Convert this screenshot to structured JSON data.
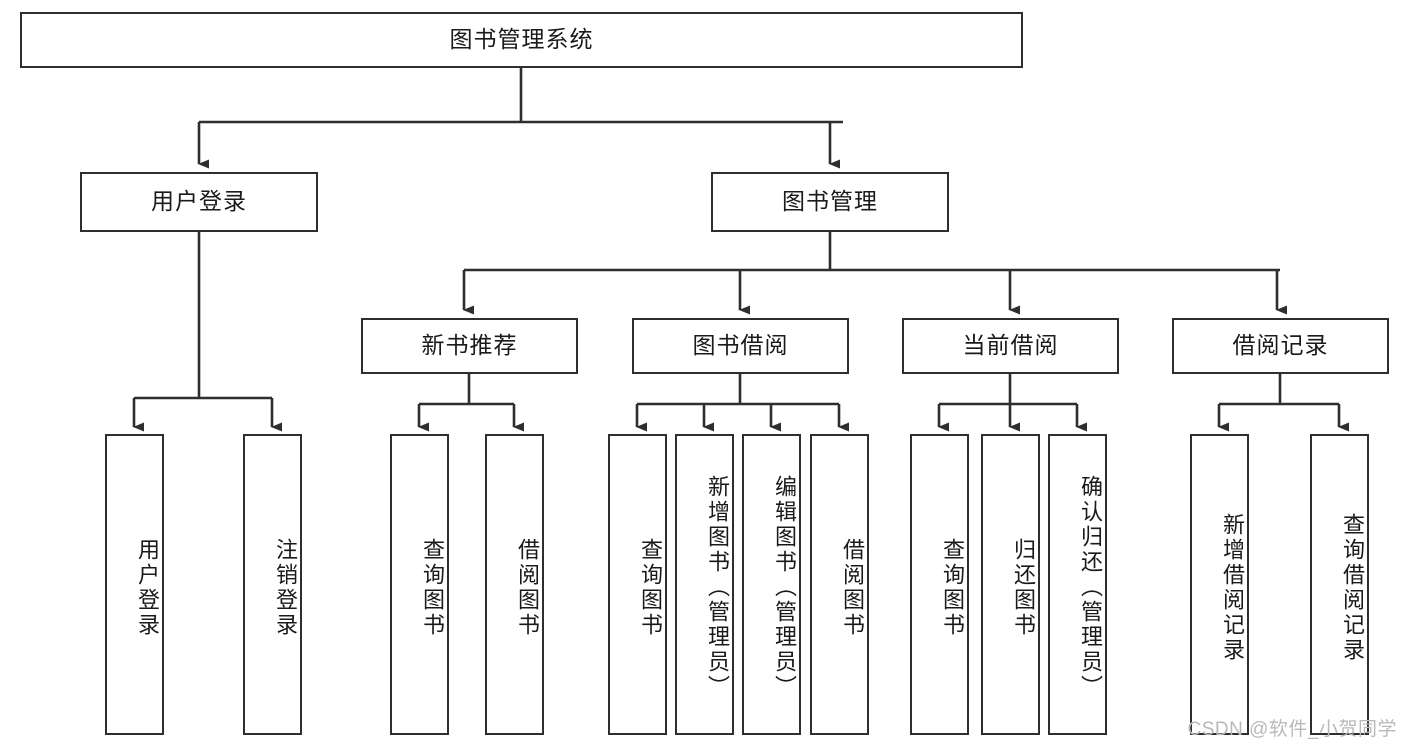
{
  "diagram": {
    "title": "图书管理系统",
    "type": "tree-hierarchy-chart",
    "watermark": "CSDN @软件_小贺同学",
    "colors": {
      "box_border": "#2e2e2e",
      "box_fill": "#ffffff",
      "edge": "#2e2e2e",
      "text": "#1a1a1a",
      "watermark": "#b9b9b9",
      "background": "#ffffff"
    }
  },
  "nodes": {
    "root": {
      "label": "图书管理系统"
    },
    "level2": [
      {
        "id": "user-login",
        "label": "用户登录"
      },
      {
        "id": "book-manage",
        "label": "图书管理"
      }
    ],
    "level3": [
      {
        "id": "new-book-recommend",
        "label": "新书推荐"
      },
      {
        "id": "book-borrow",
        "label": "图书借阅"
      },
      {
        "id": "current-borrow",
        "label": "当前借阅"
      },
      {
        "id": "borrow-record",
        "label": "借阅记录"
      }
    ],
    "leaves": {
      "user-login": [
        {
          "id": "leaf-user-login",
          "label": "用户登录"
        },
        {
          "id": "leaf-logout-login",
          "label": "注销登录"
        }
      ],
      "new-book-recommend": [
        {
          "id": "leaf-query-book-1",
          "label": "查询图书"
        },
        {
          "id": "leaf-borrow-book-1",
          "label": "借阅图书"
        }
      ],
      "book-borrow": [
        {
          "id": "leaf-query-book-2",
          "label": "查询图书"
        },
        {
          "id": "leaf-add-book",
          "label": "新增图书（管理员）"
        },
        {
          "id": "leaf-edit-book",
          "label": "编辑图书（管理员）"
        },
        {
          "id": "leaf-borrow-book-2",
          "label": "借阅图书"
        }
      ],
      "current-borrow": [
        {
          "id": "leaf-query-book-3",
          "label": "查询图书"
        },
        {
          "id": "leaf-return-book",
          "label": "归还图书"
        },
        {
          "id": "leaf-confirm-return",
          "label": "确认归还（管理员）"
        }
      ],
      "borrow-record": [
        {
          "id": "leaf-add-borrow-record",
          "label": "新增借阅记录"
        },
        {
          "id": "leaf-query-borrow-record",
          "label": "查询借阅记录"
        }
      ]
    }
  }
}
